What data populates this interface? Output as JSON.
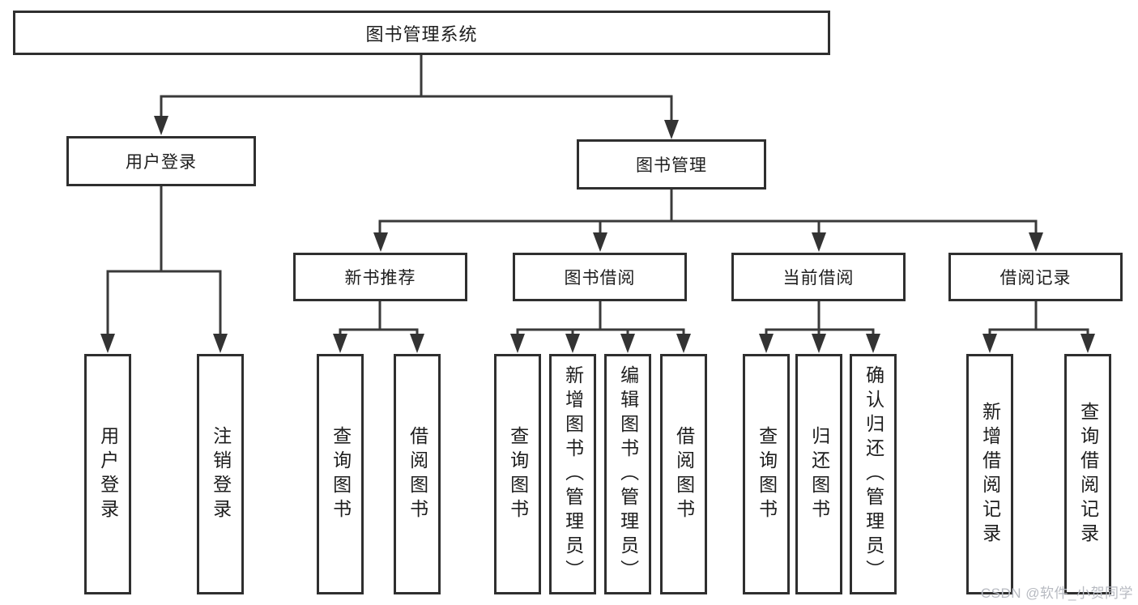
{
  "diagram": {
    "root": {
      "label": "图书管理系统"
    },
    "children": [
      {
        "label": "用户登录",
        "children": [
          {
            "label": "用户登录"
          },
          {
            "label": "注销登录"
          }
        ]
      },
      {
        "label": "图书管理",
        "children": [
          {
            "label": "新书推荐",
            "children": [
              {
                "label": "查询图书"
              },
              {
                "label": "借阅图书"
              }
            ]
          },
          {
            "label": "图书借阅",
            "children": [
              {
                "label": "查询图书"
              },
              {
                "label": "新增图书（管理员）"
              },
              {
                "label": "编辑图书（管理员）"
              },
              {
                "label": "借阅图书"
              }
            ]
          },
          {
            "label": "当前借阅",
            "children": [
              {
                "label": "查询图书"
              },
              {
                "label": "归还图书"
              },
              {
                "label": "确认归还（管理员）"
              }
            ]
          },
          {
            "label": "借阅记录",
            "children": [
              {
                "label": "新增借阅记录"
              },
              {
                "label": "查询借阅记录"
              }
            ]
          }
        ]
      }
    ]
  },
  "watermark": {
    "text": "CSDN @软件_小贺同学"
  },
  "colors": {
    "line": "#3a3a3a",
    "box_border": "#2f2f2f",
    "text": "#1d1d1d",
    "watermark": "#b7bac1",
    "background": "#ffffff"
  }
}
